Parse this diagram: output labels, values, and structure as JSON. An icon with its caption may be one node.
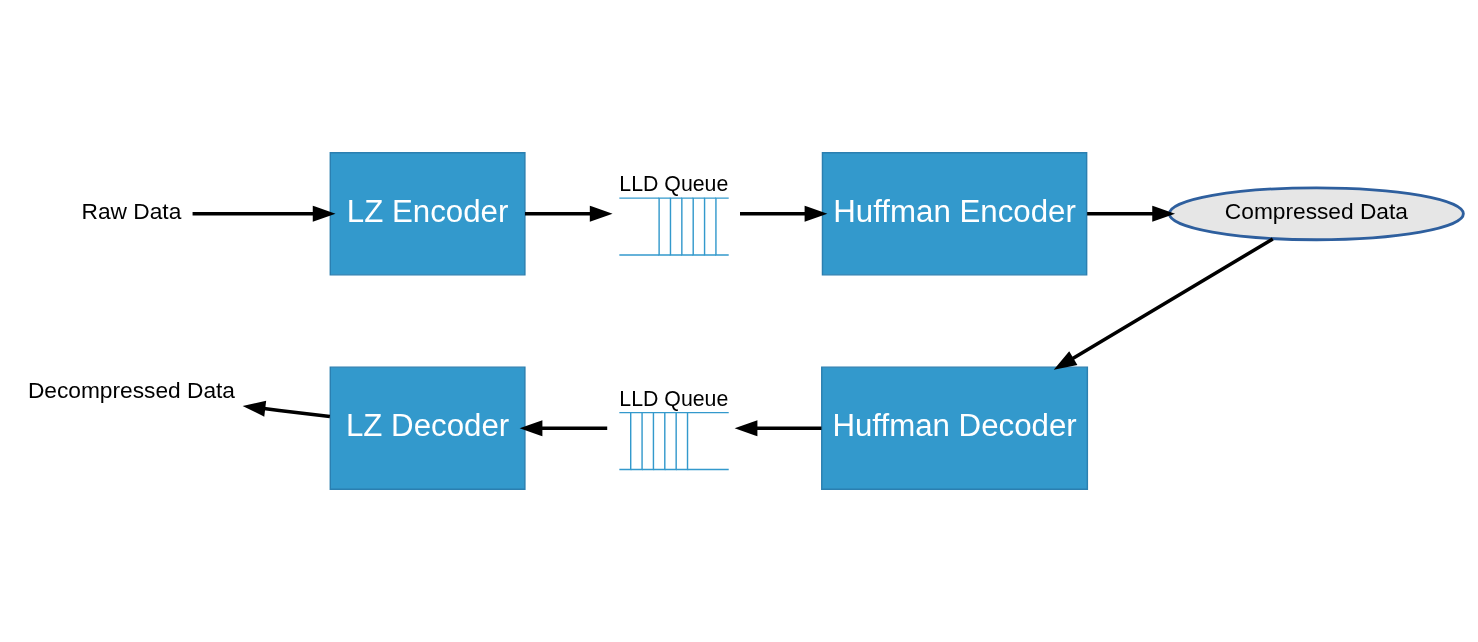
{
  "diagram": {
    "nodes": [
      {
        "text": [
          "Raw Data"
        ]
      },
      {
        "text": [
          "LZ Encoder"
        ]
      },
      {
        "text": [
          "LLD Queue"
        ]
      },
      {
        "text": [
          "Huffman Encoder"
        ]
      },
      {
        "text": [
          "Compressed Data"
        ]
      },
      {
        "text": [
          "Huffman Decoder"
        ]
      },
      {
        "text": [
          "LLD Queue"
        ]
      },
      {
        "text": [
          "LZ Decoder"
        ]
      },
      {
        "text": [
          "Decompressed Data"
        ]
      }
    ],
    "edges": [
      {
        "from": 0,
        "to": 1,
        "arrow": "to"
      },
      {
        "from": 1,
        "to": 2,
        "arrow": "to"
      },
      {
        "from": 2,
        "to": 3,
        "arrow": "to"
      },
      {
        "from": 3,
        "to": 4,
        "arrow": "to"
      },
      {
        "from": 4,
        "to": 5,
        "arrow": "to"
      },
      {
        "from": 5,
        "to": 6,
        "arrow": "to"
      },
      {
        "from": 6,
        "to": 7,
        "arrow": "to"
      },
      {
        "from": 7,
        "to": 8,
        "arrow": "to"
      }
    ]
  }
}
